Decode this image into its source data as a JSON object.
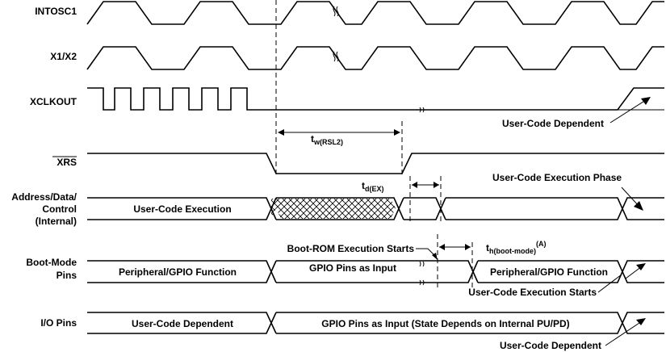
{
  "signals": {
    "intosc1": "INTOSC1",
    "x1x2": "X1/X2",
    "xclkout": "XCLKOUT",
    "xrs": "XRS",
    "addr": [
      "Address/Data/",
      "Control",
      "(Internal)"
    ],
    "bootmode": [
      "Boot-Mode",
      "Pins"
    ],
    "io": "I/O Pins"
  },
  "labels": {
    "user_code_dependent_1": "User-Code Dependent",
    "tw_main": "t",
    "tw_sub": "w(RSL2)",
    "td_main": "t",
    "td_sub": "d(EX)",
    "user_code_exec_phase": "User-Code Execution Phase",
    "user_code_execution": "User-Code Execution",
    "boot_rom_starts": "Boot-ROM Execution Starts",
    "th_main": "t",
    "th_sub": "h(boot-mode)",
    "th_note": "(A)",
    "peripheral_gpio_1": "Peripheral/GPIO Function",
    "gpio_pins_input": "GPIO Pins as Input",
    "peripheral_gpio_2": "Peripheral/GPIO Function",
    "user_code_exec_starts": "User-Code Execution Starts",
    "io_user_code_dependent": "User-Code Dependent",
    "io_gpio_input_state": "GPIO Pins as Input (State Depends on Internal PU/PD)",
    "user_code_dependent_2": "User-Code Dependent"
  }
}
